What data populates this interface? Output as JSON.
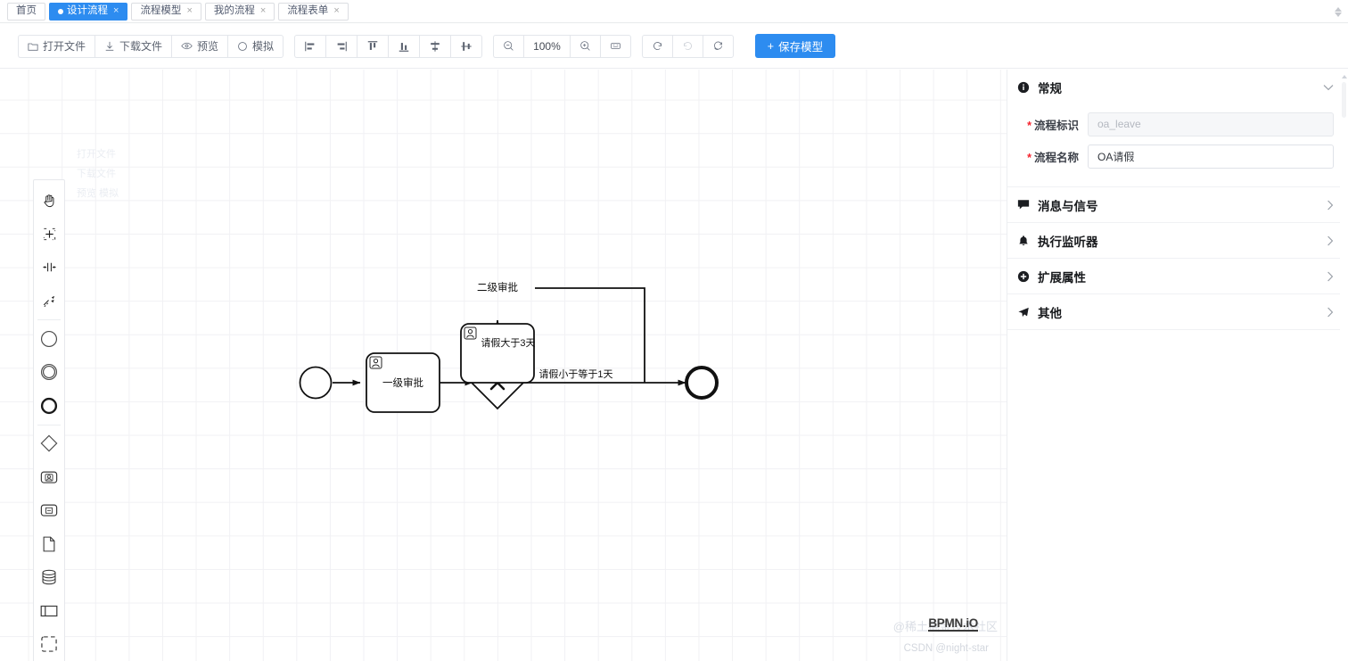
{
  "tabs": [
    {
      "label": "首页",
      "active": false,
      "closable": false,
      "dot": false
    },
    {
      "label": "设计流程",
      "active": true,
      "closable": true,
      "dot": true
    },
    {
      "label": "流程模型",
      "active": false,
      "closable": true,
      "dot": false
    },
    {
      "label": "我的流程",
      "active": false,
      "closable": true,
      "dot": false
    },
    {
      "label": "流程表单",
      "active": false,
      "closable": true,
      "dot": false
    }
  ],
  "tab_close_glyph": "×",
  "toolbar": {
    "file_group": [
      {
        "label": "打开文件",
        "icon": "open-file-icon"
      },
      {
        "label": "下载文件",
        "icon": "download-icon"
      },
      {
        "label": "预览",
        "icon": "eye-icon"
      },
      {
        "label": "模拟",
        "icon": "simulate-icon"
      }
    ],
    "align_group": [
      {
        "icon": "align-left-icon",
        "title": "左对齐"
      },
      {
        "icon": "align-right-icon",
        "title": "右对齐"
      },
      {
        "icon": "align-top-icon",
        "title": "顶对齐"
      },
      {
        "icon": "align-bottom-icon",
        "title": "底对齐"
      },
      {
        "icon": "align-center-horizontal-icon",
        "title": "水平居中"
      },
      {
        "icon": "align-center-vertical-icon",
        "title": "垂直居中"
      }
    ],
    "zoom_group": {
      "zoom_out_icon": "zoom-out-icon",
      "zoom_level": "100%",
      "zoom_in_icon": "zoom-in-icon",
      "fit_icon": "fit-viewport-icon"
    },
    "history_group": [
      {
        "icon": "undo-icon",
        "title": "撤销"
      },
      {
        "icon": "redo-icon",
        "title": "恢复"
      },
      {
        "icon": "restore-icon",
        "title": "重置"
      }
    ],
    "save": {
      "label": "保存模型",
      "plus": "+",
      "color": "#2d8cf0"
    }
  },
  "palette": {
    "items": [
      {
        "name": "hand-tool-icon",
        "title": "激活抓手工具"
      },
      {
        "name": "lasso-tool-icon",
        "title": "激活套索工具"
      },
      {
        "name": "space-tool-icon",
        "title": "激活空间工具"
      },
      {
        "name": "global-connect-tool-icon",
        "title": "激活全局连线工具"
      },
      {
        "name": "start-event-icon",
        "title": "创建开始事件"
      },
      {
        "name": "intermediate-event-icon",
        "title": "创建中间事件"
      },
      {
        "name": "end-event-icon",
        "title": "创建结束事件"
      },
      {
        "name": "gateway-icon",
        "title": "创建网关"
      },
      {
        "name": "user-task-icon",
        "title": "创建任务"
      },
      {
        "name": "subprocess-icon",
        "title": "创建子流程"
      },
      {
        "name": "data-object-icon",
        "title": "创建数据对象"
      },
      {
        "name": "data-store-icon",
        "title": "创建数据存储"
      },
      {
        "name": "participant-icon",
        "title": "创建池/参与者"
      },
      {
        "name": "group-icon",
        "title": "创建分组"
      }
    ]
  },
  "diagram": {
    "nodes": [
      {
        "id": "start",
        "type": "start-event",
        "label": ""
      },
      {
        "id": "task1",
        "type": "user-task",
        "label": "一级审批"
      },
      {
        "id": "gateway",
        "type": "exclusive-gateway",
        "label": ""
      },
      {
        "id": "task2",
        "type": "user-task",
        "label": "二级审批"
      },
      {
        "id": "end",
        "type": "end-event",
        "label": ""
      }
    ],
    "edges": [
      {
        "from": "start",
        "to": "task1",
        "label": ""
      },
      {
        "from": "task1",
        "to": "gateway",
        "label": ""
      },
      {
        "from": "gateway",
        "to": "task2",
        "label": "请假大于3天"
      },
      {
        "from": "gateway",
        "to": "end",
        "label": "请假小于等于1天"
      },
      {
        "from": "task2",
        "to": "end",
        "label": ""
      }
    ]
  },
  "ghost_text": [
    "打开文件",
    "下载文件",
    "预览  模拟"
  ],
  "panel": {
    "sections": [
      {
        "icon": "info-icon",
        "title": "常规",
        "expanded": true,
        "chevron": "⌄"
      },
      {
        "icon": "message-icon",
        "title": "消息与信号",
        "expanded": false,
        "chevron": "›"
      },
      {
        "icon": "bell-icon",
        "title": "执行监听器",
        "expanded": false,
        "chevron": "›"
      },
      {
        "icon": "plus-circle-icon",
        "title": "扩展属性",
        "expanded": false,
        "chevron": "›"
      },
      {
        "icon": "send-icon",
        "title": "其他",
        "expanded": false,
        "chevron": "›"
      }
    ],
    "general_fields": [
      {
        "label": "流程标识",
        "required": true,
        "value": "",
        "placeholder": "oa_leave",
        "disabled": true
      },
      {
        "label": "流程名称",
        "required": true,
        "value": "OA请假",
        "placeholder": "",
        "disabled": false
      }
    ]
  },
  "watermarks": {
    "juejin": "@稀土掘金技术社区",
    "bpmn": "BPMN.iO",
    "csdn": "CSDN @night-star"
  }
}
